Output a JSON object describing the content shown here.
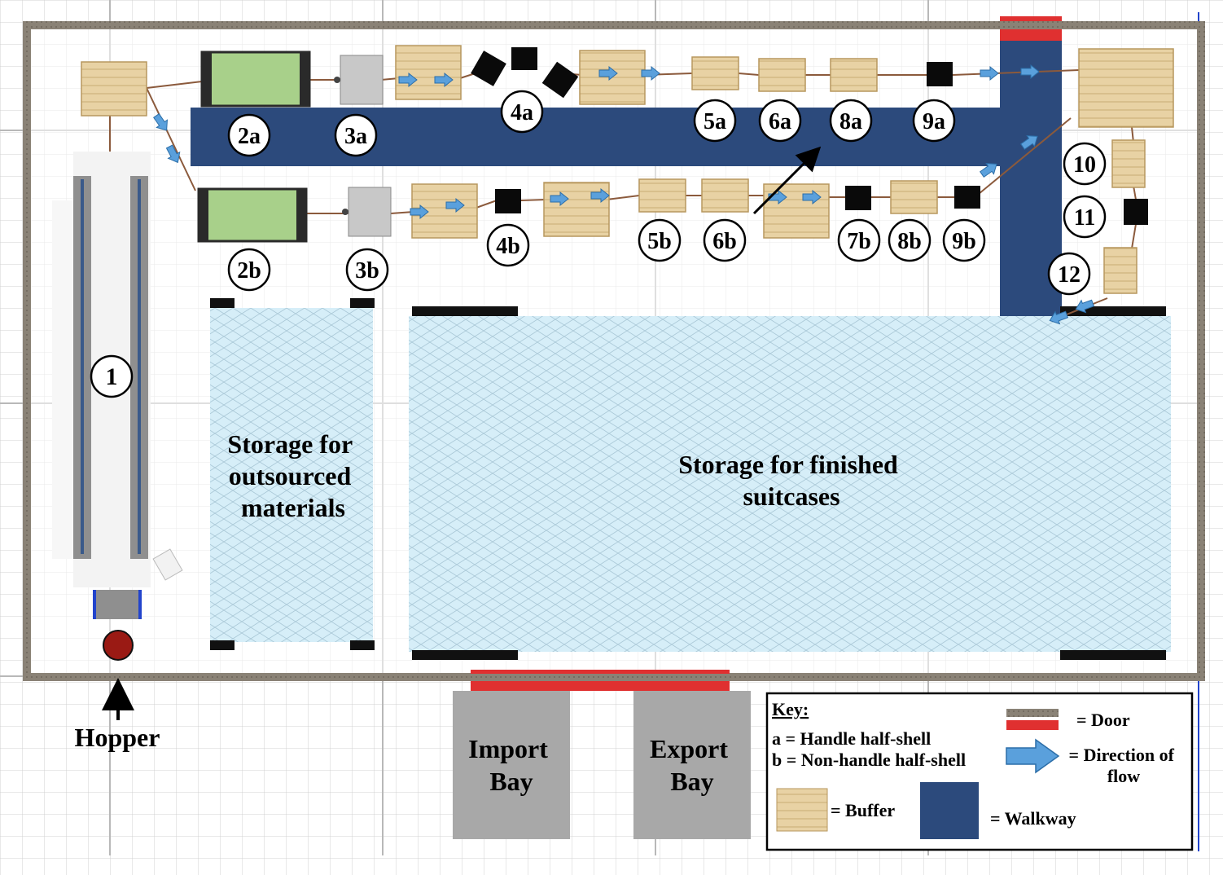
{
  "stations": [
    {
      "id": "1",
      "label": "1"
    },
    {
      "id": "2a",
      "label": "2a"
    },
    {
      "id": "3a",
      "label": "3a"
    },
    {
      "id": "4a",
      "label": "4a"
    },
    {
      "id": "5a",
      "label": "5a"
    },
    {
      "id": "6a",
      "label": "6a"
    },
    {
      "id": "8a",
      "label": "8a"
    },
    {
      "id": "9a",
      "label": "9a"
    },
    {
      "id": "2b",
      "label": "2b"
    },
    {
      "id": "3b",
      "label": "3b"
    },
    {
      "id": "4b",
      "label": "4b"
    },
    {
      "id": "5b",
      "label": "5b"
    },
    {
      "id": "6b",
      "label": "6b"
    },
    {
      "id": "7b",
      "label": "7b"
    },
    {
      "id": "8b",
      "label": "8b"
    },
    {
      "id": "9b",
      "label": "9b"
    },
    {
      "id": "10",
      "label": "10"
    },
    {
      "id": "11",
      "label": "11"
    },
    {
      "id": "12",
      "label": "12"
    }
  ],
  "areas": {
    "outsourced": [
      "Storage for",
      "outsourced",
      "materials"
    ],
    "finished": [
      "Storage for finished",
      "suitcases"
    ]
  },
  "hopper": "Hopper",
  "bays": {
    "import": [
      "Import",
      "Bay"
    ],
    "export": [
      "Export",
      "Bay"
    ]
  },
  "key": {
    "title": "Key:",
    "a": "a = Handle half-shell",
    "b": "b = Non-handle half-shell",
    "door": "= Door",
    "direction": [
      "= Direction of",
      "flow"
    ],
    "buffer": "= Buffer",
    "walkway": "= Walkway"
  },
  "colors": {
    "walkway": "#2c4a7c",
    "wall": "#8a8276",
    "door": "#e03030",
    "buffer": "#e8d2a4",
    "storage": "#d6eef8",
    "machine_green": "#a8d08a",
    "bay": "#a8a8a8",
    "arrow": "#5aa0dc"
  }
}
